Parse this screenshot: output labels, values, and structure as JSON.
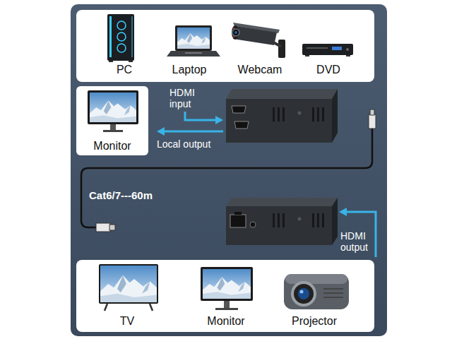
{
  "diagram": {
    "nodes": [
      {
        "text": [
          "PC",
          "Laptop",
          "Webcam",
          "DVD"
        ]
      },
      {
        "text": [
          "Monitor"
        ]
      },
      {
        "text": [
          "TV",
          "Monitor",
          "Projector"
        ]
      }
    ],
    "labels": [
      "HDMI input",
      "Local output",
      "Cat6/7---60m",
      "HDMI output"
    ]
  }
}
